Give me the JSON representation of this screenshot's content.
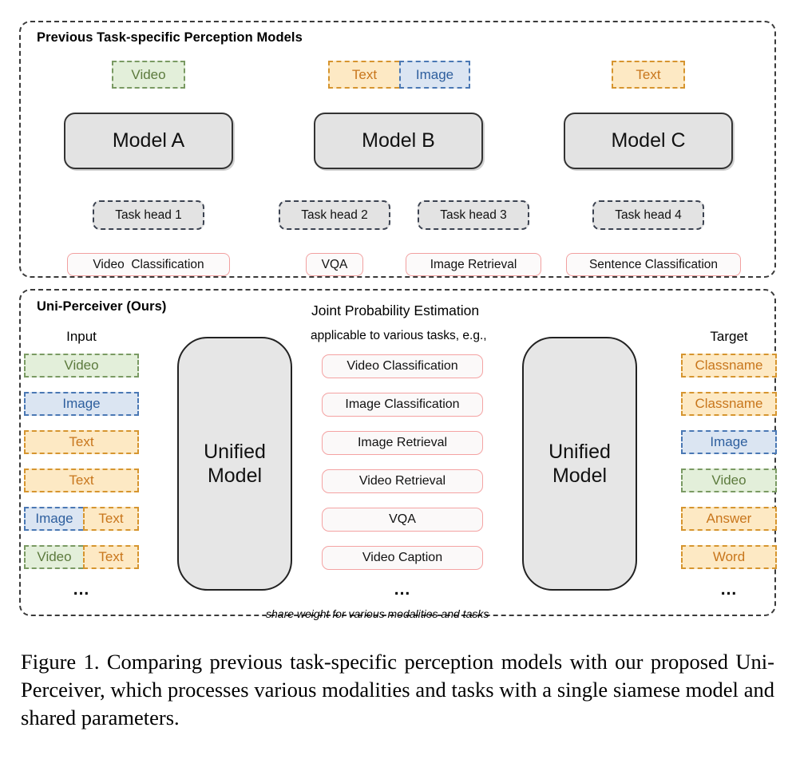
{
  "figure": {
    "caption": "Figure 1.   Comparing previous task-specific perception models with our proposed Uni-Perceiver, which processes various modalities and tasks with a single siamese model and shared parameters."
  },
  "colors": {
    "green_fill": "#e3efda",
    "green_text": "#5c7a3d",
    "green_border": "#7a9a63",
    "blue_fill": "#dbe5f2",
    "blue_text": "#2e5f9e",
    "blue_border": "#4a78b4",
    "orange_fill": "#fde9c4",
    "orange_text": "#c8761c",
    "orange_border": "#d6952f",
    "model_fill": "#e3e3e3",
    "model_border": "#333333",
    "outcome_border": "#f2a0a0",
    "panel_border": "#3a3a3a"
  },
  "top_panel": {
    "title": "Previous Task-specific Perception Models",
    "inputs": [
      {
        "label": "Video",
        "modality": "green"
      },
      {
        "label": "Text",
        "modality": "orange"
      },
      {
        "label": "Image",
        "modality": "blue"
      },
      {
        "label": "Text",
        "modality": "orange"
      }
    ],
    "models": [
      {
        "label": "Model A"
      },
      {
        "label": "Model B"
      },
      {
        "label": "Model C"
      }
    ],
    "task_heads": [
      {
        "label": "Task head 1"
      },
      {
        "label": "Task head 2"
      },
      {
        "label": "Task head 3"
      },
      {
        "label": "Task head 4"
      }
    ],
    "outcomes": [
      {
        "label": "Video  Classification"
      },
      {
        "label": "VQA"
      },
      {
        "label": "Image Retrieval"
      },
      {
        "label": "Sentence Classification"
      }
    ]
  },
  "bottom_panel": {
    "title": "Uni-Perceiver (Ours)",
    "input_heading": "Input",
    "target_heading": "Target",
    "joint_probability_label": "Joint Probability Estimation",
    "applicable_label": "applicable to various tasks, e.g.,",
    "share_weight_label": "share weight for various modalities and tasks",
    "model_left": {
      "line1": "Unified",
      "line2": "Model"
    },
    "model_right": {
      "line1": "Unified",
      "line2": "Model"
    },
    "ellipsis": "...",
    "inputs": [
      {
        "parts": [
          {
            "label": "Video",
            "modality": "green"
          }
        ]
      },
      {
        "parts": [
          {
            "label": "Image",
            "modality": "blue"
          }
        ]
      },
      {
        "parts": [
          {
            "label": "Text",
            "modality": "orange"
          }
        ]
      },
      {
        "parts": [
          {
            "label": "Text",
            "modality": "orange"
          }
        ]
      },
      {
        "parts": [
          {
            "label": "Image",
            "modality": "blue"
          },
          {
            "label": "Text",
            "modality": "orange"
          }
        ]
      },
      {
        "parts": [
          {
            "label": "Video",
            "modality": "green"
          },
          {
            "label": "Text",
            "modality": "orange"
          }
        ]
      }
    ],
    "targets": [
      {
        "label": "Classname",
        "modality": "orange"
      },
      {
        "label": "Classname",
        "modality": "orange"
      },
      {
        "label": "Image",
        "modality": "blue"
      },
      {
        "label": "Video",
        "modality": "green"
      },
      {
        "label": "Answer",
        "modality": "orange"
      },
      {
        "label": "Word",
        "modality": "orange"
      }
    ],
    "tasks": [
      {
        "label": "Video Classification"
      },
      {
        "label": "Image Classification"
      },
      {
        "label": "Image Retrieval"
      },
      {
        "label": "Video Retrieval"
      },
      {
        "label": "VQA"
      },
      {
        "label": "Video Caption"
      }
    ]
  }
}
